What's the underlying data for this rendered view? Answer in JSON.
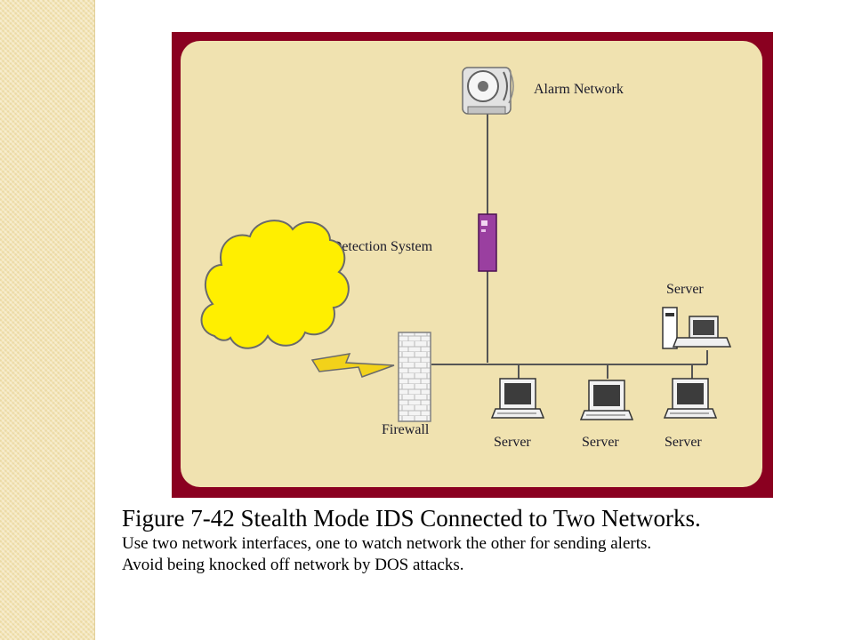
{
  "diagram": {
    "labels": {
      "alarm_network": "Alarm Network",
      "ids": "Intrusion Detection System",
      "server_top": "Server",
      "firewall": "Firewall",
      "server_1": "Server",
      "server_2": "Server",
      "server_3": "Server"
    },
    "colors": {
      "frame": "#8a0020",
      "panel": "#f0e2b0",
      "cloud": "#ffef00",
      "lightning": "#f2d21a",
      "ids": "#9a3fa0",
      "line": "#555555"
    }
  },
  "caption": {
    "title": "Figure 7-42  Stealth Mode IDS Connected to Two Networks.",
    "line1": "Use two network interfaces, one to watch network the other for sending alerts.",
    "line2": "Avoid being knocked off network by DOS attacks."
  }
}
